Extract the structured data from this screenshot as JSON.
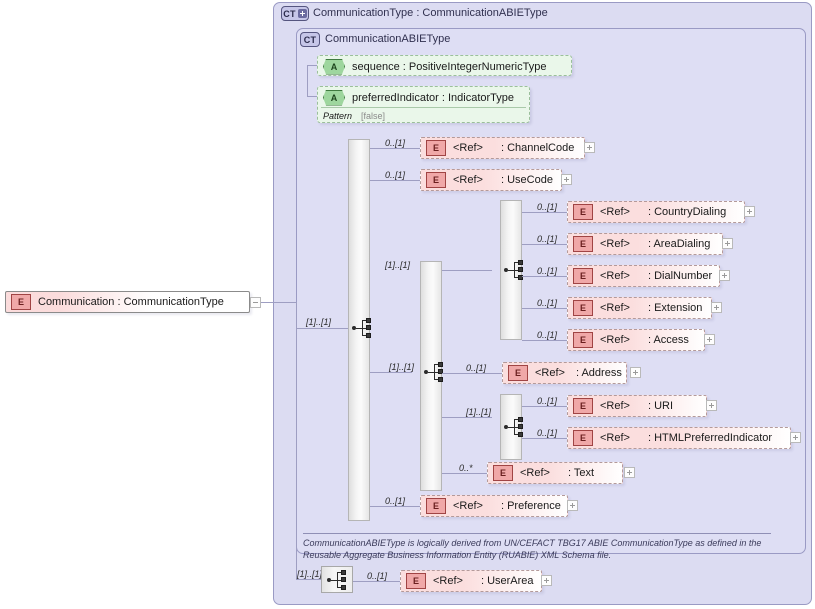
{
  "diagram": {
    "title": "CommunicationType : CommunicationABIEType",
    "complex_type_name": "CommunicationABIEType",
    "badge_outer": "CT",
    "badge_inner": "CT",
    "documentation": "CommunicationABIEType is logically derived from UN/CEFACT TBG17 ABIE CommunicationType as defined in the Reusable Aggregate Business Information Entity (RUABIE) XML Schema file.",
    "colors": {
      "panel_bg": "#dcdcf2",
      "panel_border": "#9a9ac4",
      "attribute_bg": "#eaf7ea",
      "attribute_icon": "#9ed69e",
      "element_bg": "#fbdede",
      "element_icon": "#f0a8a8",
      "connector_line": "#9e9ec2"
    }
  },
  "root_element": {
    "icon": "E",
    "label": "Communication : CommunicationType",
    "expander": "minus"
  },
  "attributes": [
    {
      "icon": "A",
      "label": "sequence : PositiveIntegerNumericType",
      "facet": null
    },
    {
      "icon": "A",
      "label": "preferredIndicator : IndicatorType",
      "facet": {
        "name": "Pattern",
        "value": "[false]"
      }
    }
  ],
  "cardinalities": {
    "root_trunk": "[1]..[1]",
    "phone_group": "[1]..[1]",
    "uri_group": "[1]..[1]",
    "userarea_trunk": "[1]..[1]",
    "channel_code": "0..[1]",
    "use_code": "0..[1]",
    "country_dialing": "0..[1]",
    "area_dialing": "0..[1]",
    "dial_number": "0..[1]",
    "extension": "0..[1]",
    "access": "0..[1]",
    "address": "0..[1]",
    "uri": "0..[1]",
    "html_preferred_indicator": "0..[1]",
    "text": "0..*",
    "preference": "0..[1]",
    "user_area": "0..[1]"
  },
  "element_refs": [
    {
      "key": "channel_code",
      "icon": "E",
      "ref": "<Ref>",
      "name": ": ChannelCode"
    },
    {
      "key": "use_code",
      "icon": "E",
      "ref": "<Ref>",
      "name": ": UseCode"
    },
    {
      "key": "country_dialing",
      "icon": "E",
      "ref": "<Ref>",
      "name": ": CountryDialing"
    },
    {
      "key": "area_dialing",
      "icon": "E",
      "ref": "<Ref>",
      "name": ": AreaDialing"
    },
    {
      "key": "dial_number",
      "icon": "E",
      "ref": "<Ref>",
      "name": ": DialNumber"
    },
    {
      "key": "extension",
      "icon": "E",
      "ref": "<Ref>",
      "name": ": Extension"
    },
    {
      "key": "access",
      "icon": "E",
      "ref": "<Ref>",
      "name": ": Access"
    },
    {
      "key": "address",
      "icon": "E",
      "ref": "<Ref>",
      "name": ": Address"
    },
    {
      "key": "uri",
      "icon": "E",
      "ref": "<Ref>",
      "name": ": URI"
    },
    {
      "key": "html_preferred_indicator",
      "icon": "E",
      "ref": "<Ref>",
      "name": ": HTMLPreferredIndicator"
    },
    {
      "key": "text",
      "icon": "E",
      "ref": "<Ref>",
      "name": ": Text"
    },
    {
      "key": "preference",
      "icon": "E",
      "ref": "<Ref>",
      "name": ": Preference"
    },
    {
      "key": "user_area",
      "icon": "E",
      "ref": "<Ref>",
      "name": ": UserArea"
    }
  ]
}
